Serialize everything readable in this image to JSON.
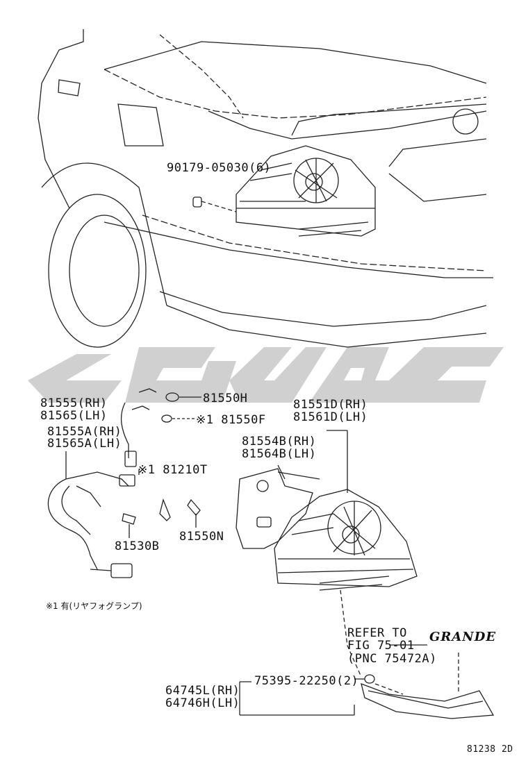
{
  "labels": {
    "bolt_upper": "90179-05030(6)",
    "socket_rh": "81555(RH)",
    "socket_lh": "81565(LH)",
    "socketa_rh": "81555A(RH)",
    "socketa_lh": "81565A(LH)",
    "bulb_h": "81550H",
    "bulb_f": "※1 81550F",
    "bulb_t": "※1 81210T",
    "bulb_n": "81550N",
    "bulb_b": "81530B",
    "lamp_rh": "81551D(RH)",
    "lamp_lh": "81561D(LH)",
    "gasket_rh": "81554B(RH)",
    "gasket_lh": "81564B(LH)",
    "footnote": "※1 有(リヤフォグランプ)",
    "refer_1": "REFER TO",
    "refer_2": "FIG 75-01",
    "refer_3": "(PNC 75472A)",
    "emblem": "GRANDE",
    "screw": "75395-22250(2)",
    "garnish_rh": "64745L(RH)",
    "garnish_lh": "64746H(LH)",
    "diagram_code": "81238 2D"
  },
  "colors": {
    "line": "#222222",
    "watermark": "#c8c8c8"
  }
}
